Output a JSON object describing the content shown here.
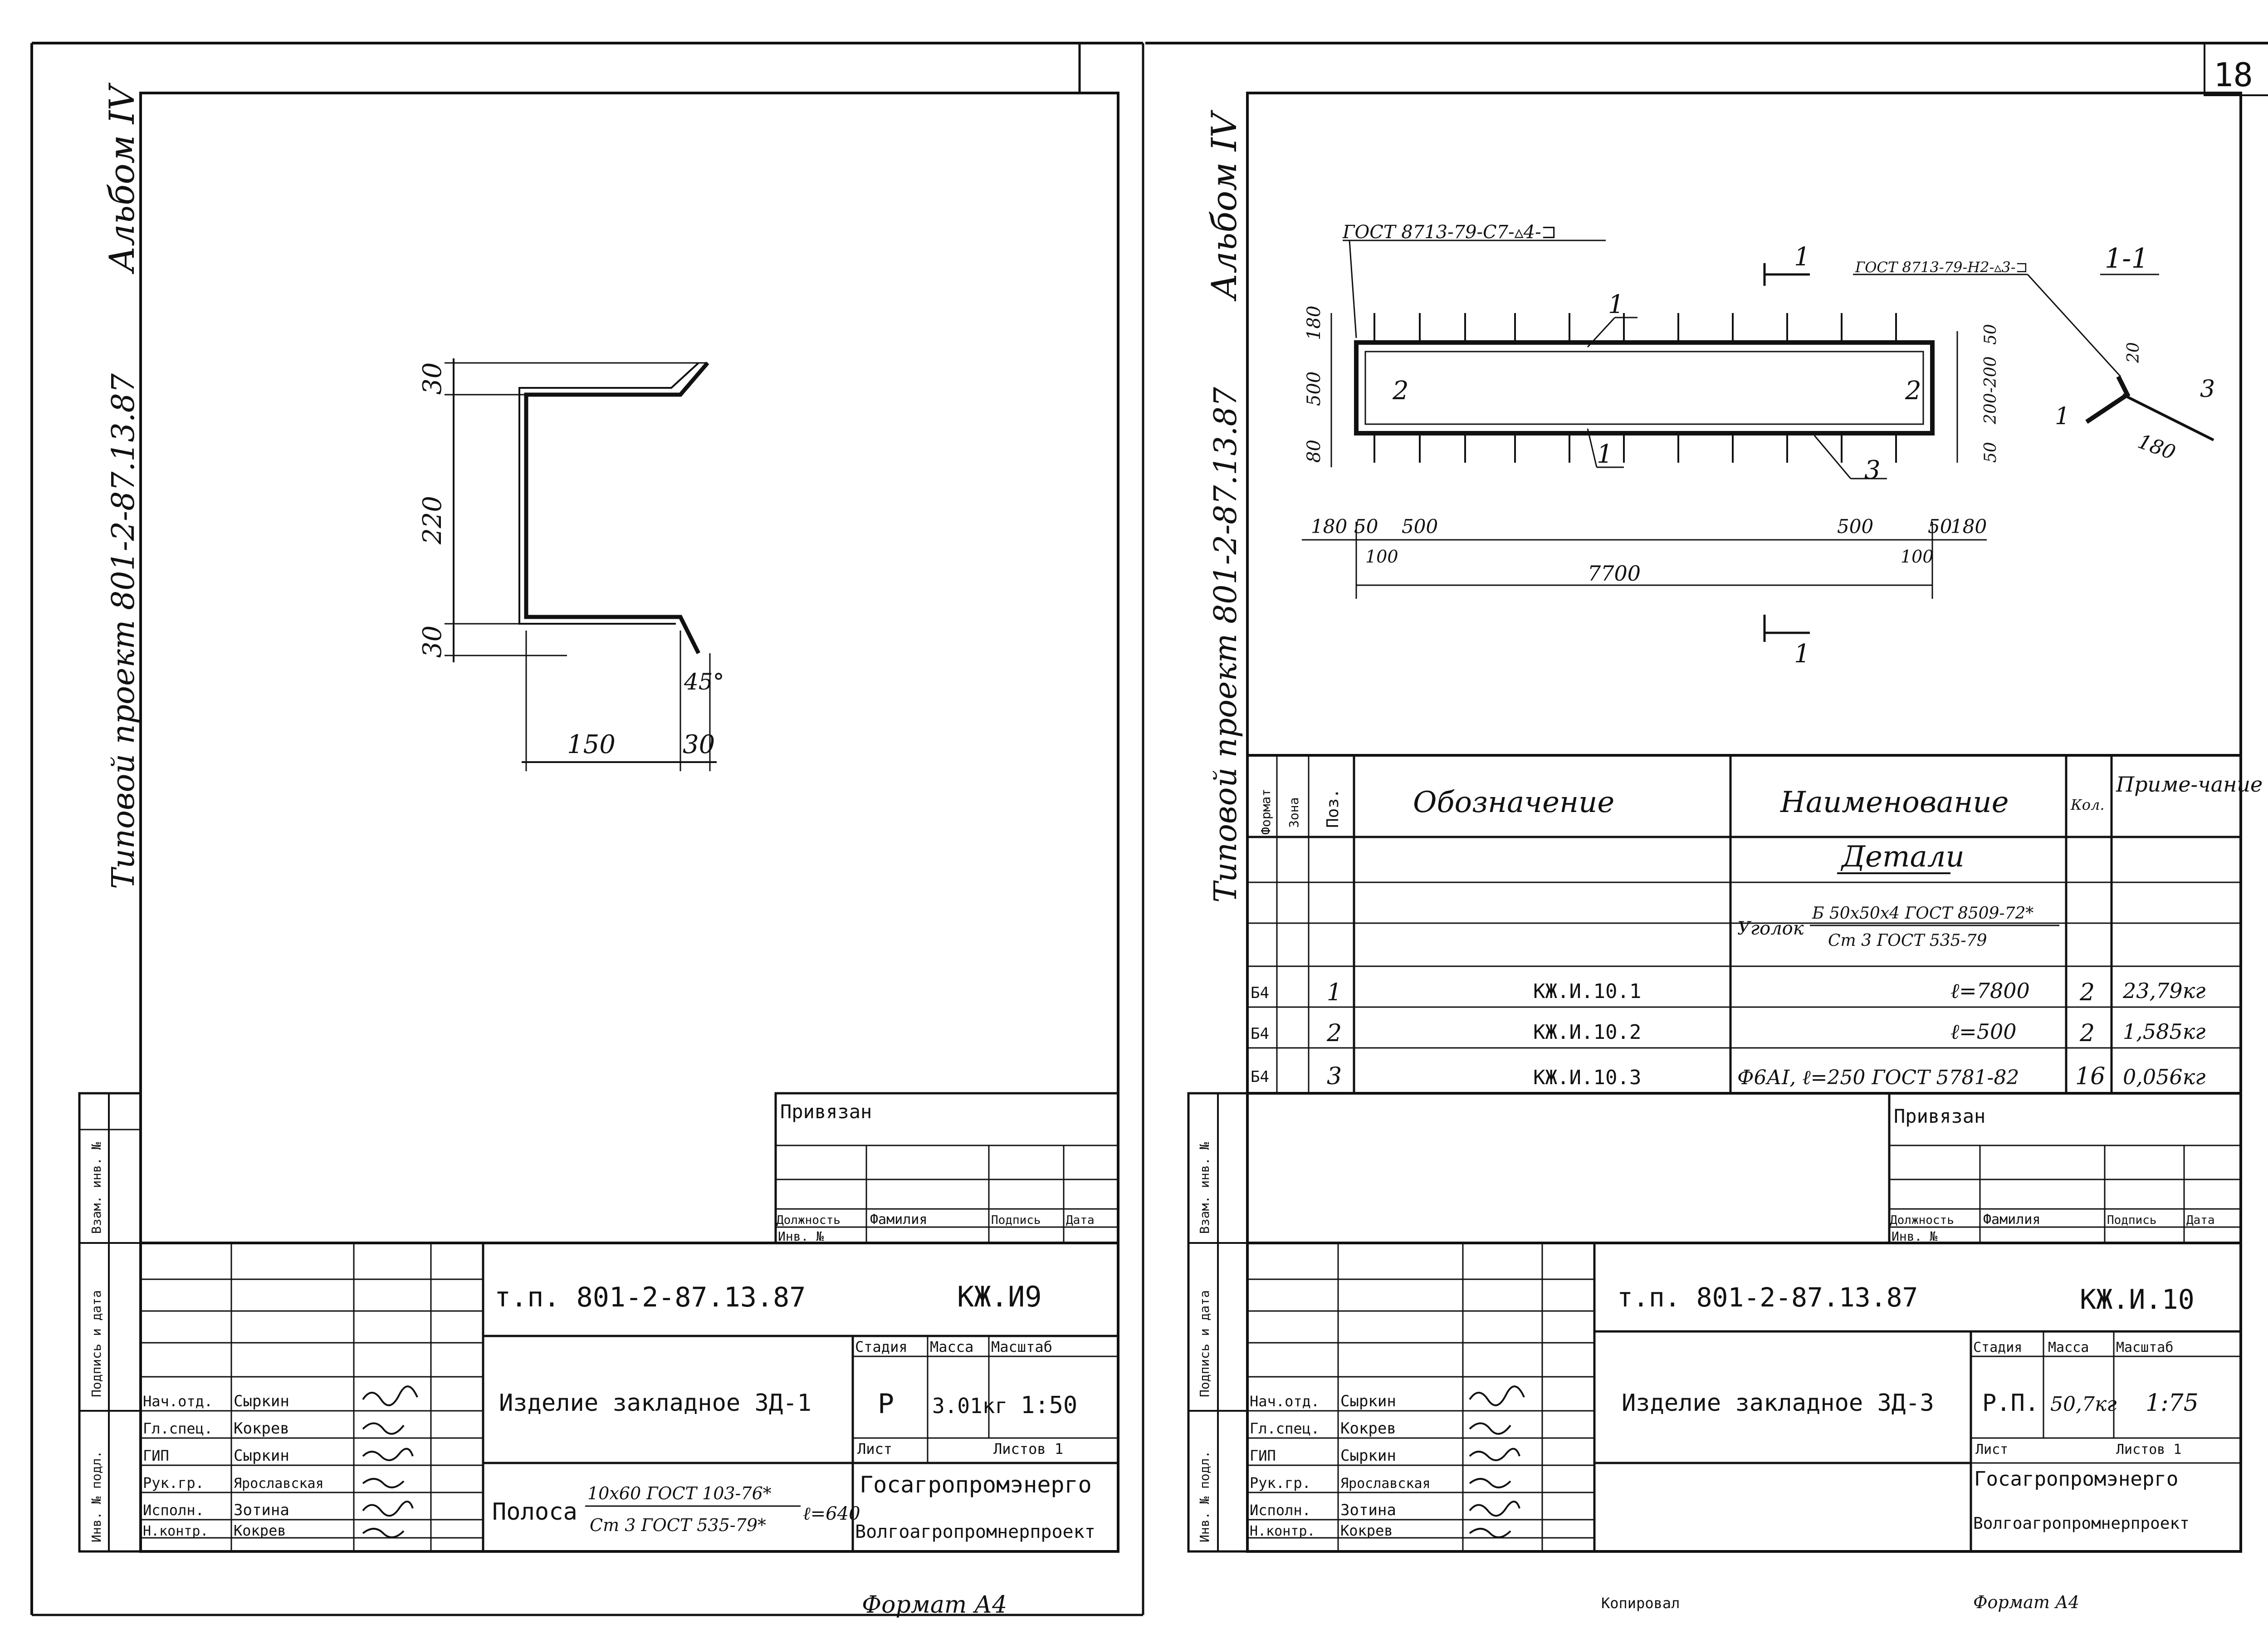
{
  "page_number": "18",
  "left_sheet": {
    "side_album": "Альбом IV",
    "side_project": "Типовой проект 801-2-87.13.87",
    "dims": {
      "top": "30",
      "middle": "220",
      "bottom": "30",
      "width_main": "150",
      "width_tab": "30",
      "angle": "45°"
    },
    "stamp": {
      "privyazan": "Привязан",
      "cols": {
        "position": "Должность",
        "surname": "Фамилия",
        "signature": "Подпись",
        "date": "Дата"
      },
      "inv": "Инв. №",
      "project_code": "т.п. 801-2-87.13.87",
      "sheet_code": "КЖ.И9",
      "title": "Изделие закладное ЗД-1",
      "col_stage": "Стадия",
      "col_mass": "Масса",
      "col_scale": "Масштаб",
      "stage": "Р",
      "mass": "3.01кг",
      "scale": "1:50",
      "list": "Лист",
      "lists": "Листов 1",
      "material_name": "Полоса",
      "material_top": "10х60 ГОСТ 103-76*",
      "material_bottom": "Ст 3 ГОСТ 535-79*",
      "material_len": "ℓ=640",
      "org1": "Госагропромэнерго",
      "org2": "Волгоагропромнерпроект",
      "people": [
        {
          "role": "Нач.отд.",
          "name": "Сыркин"
        },
        {
          "role": "Гл.спец.",
          "name": "Кокрев"
        },
        {
          "role": "ГИП",
          "name": "Сыркин"
        },
        {
          "role": "Рук.гр.",
          "name": "Ярославская"
        },
        {
          "role": "Исполн.",
          "name": "Зотина"
        },
        {
          "role": "Н.контр.",
          "name": "Кокрев"
        }
      ],
      "side_labels": [
        "Инв. № подл.",
        "Подпись и дата",
        "Взам. инв. №"
      ]
    },
    "format": "Формат А4"
  },
  "right_sheet": {
    "side_album": "Альбом IV",
    "side_project": "Типовой проект 801-2-87.13.87",
    "dims": {
      "gost_top": "ГОСТ 8713-79-С7-▵4-⊐",
      "gost_right": "ГОСТ 8713-79-Н2-▵3-⊐",
      "section_mark": "1",
      "section_label": "1-1",
      "left_vert": [
        "180",
        "500",
        "80"
      ],
      "right_vert": [
        "50",
        "200-200",
        "50"
      ],
      "bottom_row": [
        "180",
        "50",
        "500",
        "500",
        "50",
        "180"
      ],
      "offsets": [
        "100",
        "100"
      ],
      "total": "7700",
      "section_len": "180",
      "section_small": "20",
      "pos": [
        "1",
        "2",
        "3"
      ]
    },
    "spec": {
      "headers": {
        "format": "Формат",
        "zone": "Зона",
        "pos": "Поз.",
        "designation": "Обозначение",
        "name": "Наименование",
        "qty": "Кол.",
        "note": "Приме-чание"
      },
      "section": "Детали",
      "material_prefix": "Уголок",
      "material_top": "Б 50х50х4 ГОСТ 8509-72*",
      "material_bottom": "Ст 3 ГОСТ 535-79",
      "rows": [
        {
          "fmt": "Б4",
          "pos": "1",
          "designation": "КЖ.И.10.1",
          "name": "ℓ=7800",
          "qty": "2",
          "note": "23,79кг"
        },
        {
          "fmt": "Б4",
          "pos": "2",
          "designation": "КЖ.И.10.2",
          "name": "ℓ=500",
          "qty": "2",
          "note": "1,585кг"
        },
        {
          "fmt": "Б4",
          "pos": "3",
          "designation": "КЖ.И.10.3",
          "name": "Ф6АI, ℓ=250 ГОСТ 5781-82",
          "qty": "16",
          "note": "0,056кг"
        }
      ]
    },
    "stamp": {
      "privyazan": "Привязан",
      "cols": {
        "position": "Должность",
        "surname": "Фамилия",
        "signature": "Подпись",
        "date": "Дата"
      },
      "inv": "Инв. №",
      "project_code": "т.п. 801-2-87.13.87",
      "sheet_code": "КЖ.И.10",
      "title": "Изделие закладное ЗД-3",
      "col_stage": "Стадия",
      "col_mass": "Масса",
      "col_scale": "Масштаб",
      "stage": "Р.П.",
      "mass": "50,7кг",
      "scale": "1:75",
      "list": "Лист",
      "lists": "Листов 1",
      "org1": "Госагропромэнерго",
      "org2": "Волгоагропромнерпроект",
      "people": [
        {
          "role": "Нач.отд.",
          "name": "Сыркин"
        },
        {
          "role": "Гл.спец.",
          "name": "Кокрев"
        },
        {
          "role": "ГИП",
          "name": "Сыркин"
        },
        {
          "role": "Рук.гр.",
          "name": "Ярославская"
        },
        {
          "role": "Исполн.",
          "name": "Зотина"
        },
        {
          "role": "Н.контр.",
          "name": "Кокрев"
        }
      ],
      "side_labels": [
        "Инв. № подл.",
        "Подпись и дата",
        "Взам. инв. №"
      ]
    },
    "copied": "Копировал",
    "format": "Формат А4"
  }
}
